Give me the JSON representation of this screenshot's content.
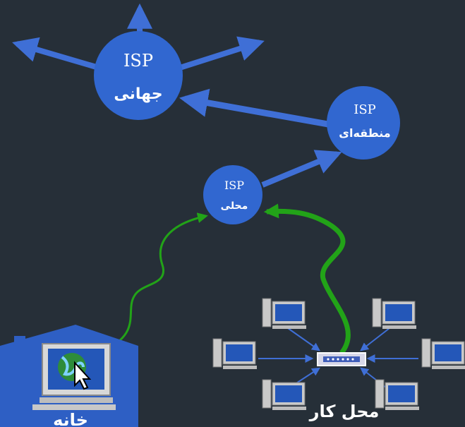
{
  "diagram": {
    "nodes": {
      "global_isp": {
        "title": "ISP",
        "subtitle": "جهانی"
      },
      "regional_isp": {
        "title": "ISP",
        "subtitle": "منطقه‌ای"
      },
      "local_isp": {
        "title": "ISP",
        "subtitle": "محلی"
      }
    },
    "places": {
      "home": "خانه",
      "workplace": "محل کار"
    }
  },
  "colors": {
    "background": "#262f38",
    "node_fill": "#3167d0",
    "arrow": "#3f6fd6",
    "link_green": "#22a318",
    "house": "#2e5fc4",
    "monitor": "#2457b8",
    "computer_case": "#c9c9c9"
  },
  "icons": [
    "house-icon",
    "desktop-computer-icon",
    "globe-icon",
    "cursor-icon",
    "network-hub-icon",
    "workstation-icon"
  ]
}
